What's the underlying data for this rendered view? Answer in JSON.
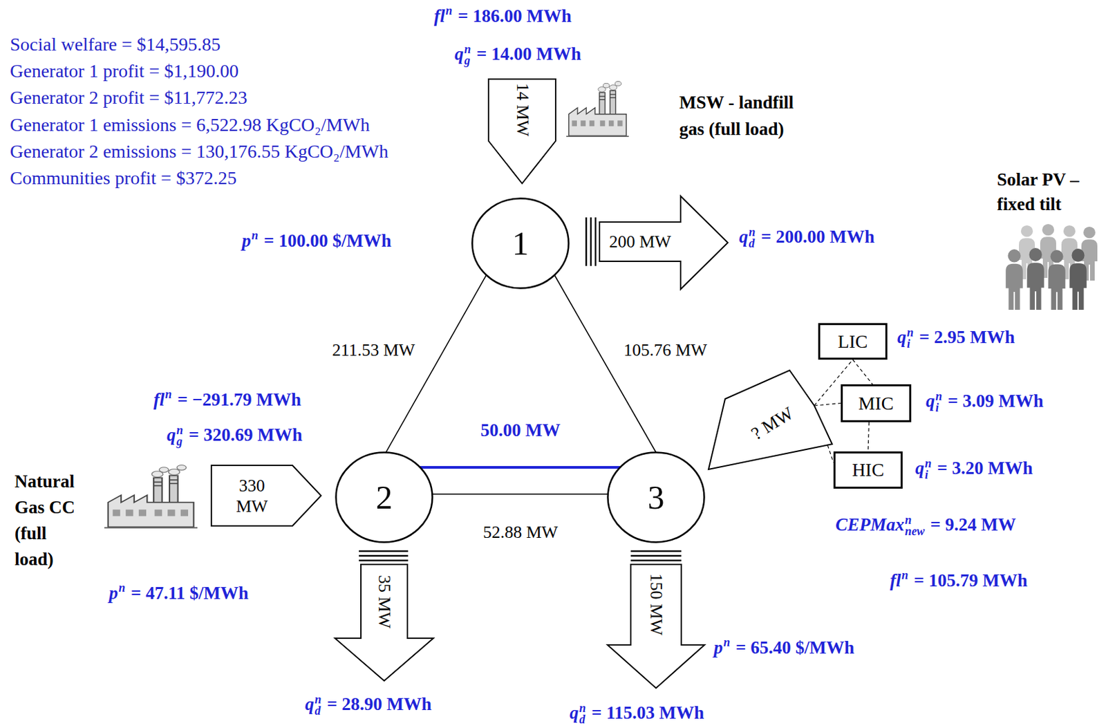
{
  "diagram": {
    "nodes": [
      {
        "text": [
          "1"
        ]
      },
      {
        "text": [
          "2"
        ]
      },
      {
        "text": [
          "3"
        ]
      },
      {
        "text": [
          "14 MW"
        ]
      },
      {
        "text": [
          "200 MW"
        ]
      },
      {
        "text": [
          "330 MW"
        ]
      },
      {
        "text": [
          "35 MW"
        ]
      },
      {
        "text": [
          "150 MW"
        ]
      },
      {
        "text": [
          "? MW"
        ]
      },
      {
        "text": [
          "LIC"
        ]
      },
      {
        "text": [
          "MIC"
        ]
      },
      {
        "text": [
          "HIC"
        ]
      }
    ],
    "edges": [
      {
        "from": 0,
        "to": 1,
        "arrow": "none",
        "label": "211.53 MW"
      },
      {
        "from": 0,
        "to": 2,
        "arrow": "none",
        "label": "105.76 MW"
      },
      {
        "from": 1,
        "to": 2,
        "arrow": "none",
        "label": "50.00 MW"
      },
      {
        "from": 1,
        "to": 2,
        "arrow": "none",
        "label": "52.88 MW"
      },
      {
        "from": 8,
        "to": 9,
        "arrow": "none"
      },
      {
        "from": 8,
        "to": 10,
        "arrow": "none"
      },
      {
        "from": 8,
        "to": 11,
        "arrow": "none"
      },
      {
        "from": 9,
        "to": 10,
        "arrow": "none"
      },
      {
        "from": 10,
        "to": 11,
        "arrow": "none"
      }
    ],
    "labels": [
      "Social welfare = $14,595.85",
      "Generator 1 profit = $1,190.00",
      "Generator 2 profit = $11,772.23",
      "Generator 1 emissions = 6,522.98 KgCO₂/MWh",
      "Generator 2 emissions = 130,176.55 KgCO₂/MWh",
      "Communities profit = $372.25",
      "MSW - landfill gas (full load)",
      "Solar PV – fixed tilt",
      "Natural Gas CC (full load)",
      "fl",
      "n",
      "= 186.00 MWh",
      "q",
      "n",
      "g",
      "= 14.00 MWh",
      "p",
      "n",
      "= 100.00 $/MWh",
      "q",
      "n",
      "d",
      "= 200.00 MWh",
      "q",
      "n",
      "i",
      "= 2.95 MWh",
      "fl",
      "n",
      "= −291.79 MWh",
      "q",
      "n",
      "i",
      "= 3.09 MWh",
      "q",
      "n",
      "g",
      "= 320.69 MWh",
      "q",
      "n",
      "i",
      "= 3.20 MWh",
      "CEPMax",
      "n",
      "new",
      "= 9.24 MW",
      "fl",
      "n",
      "= 105.79 MWh",
      "p",
      "n",
      "= 47.11 $/MWh",
      "p",
      "n",
      "= 65.40 $/MWh",
      "q",
      "n",
      "d",
      "= 28.90 MWh",
      "q",
      "n",
      "d",
      "= 115.03 MWh"
    ]
  }
}
